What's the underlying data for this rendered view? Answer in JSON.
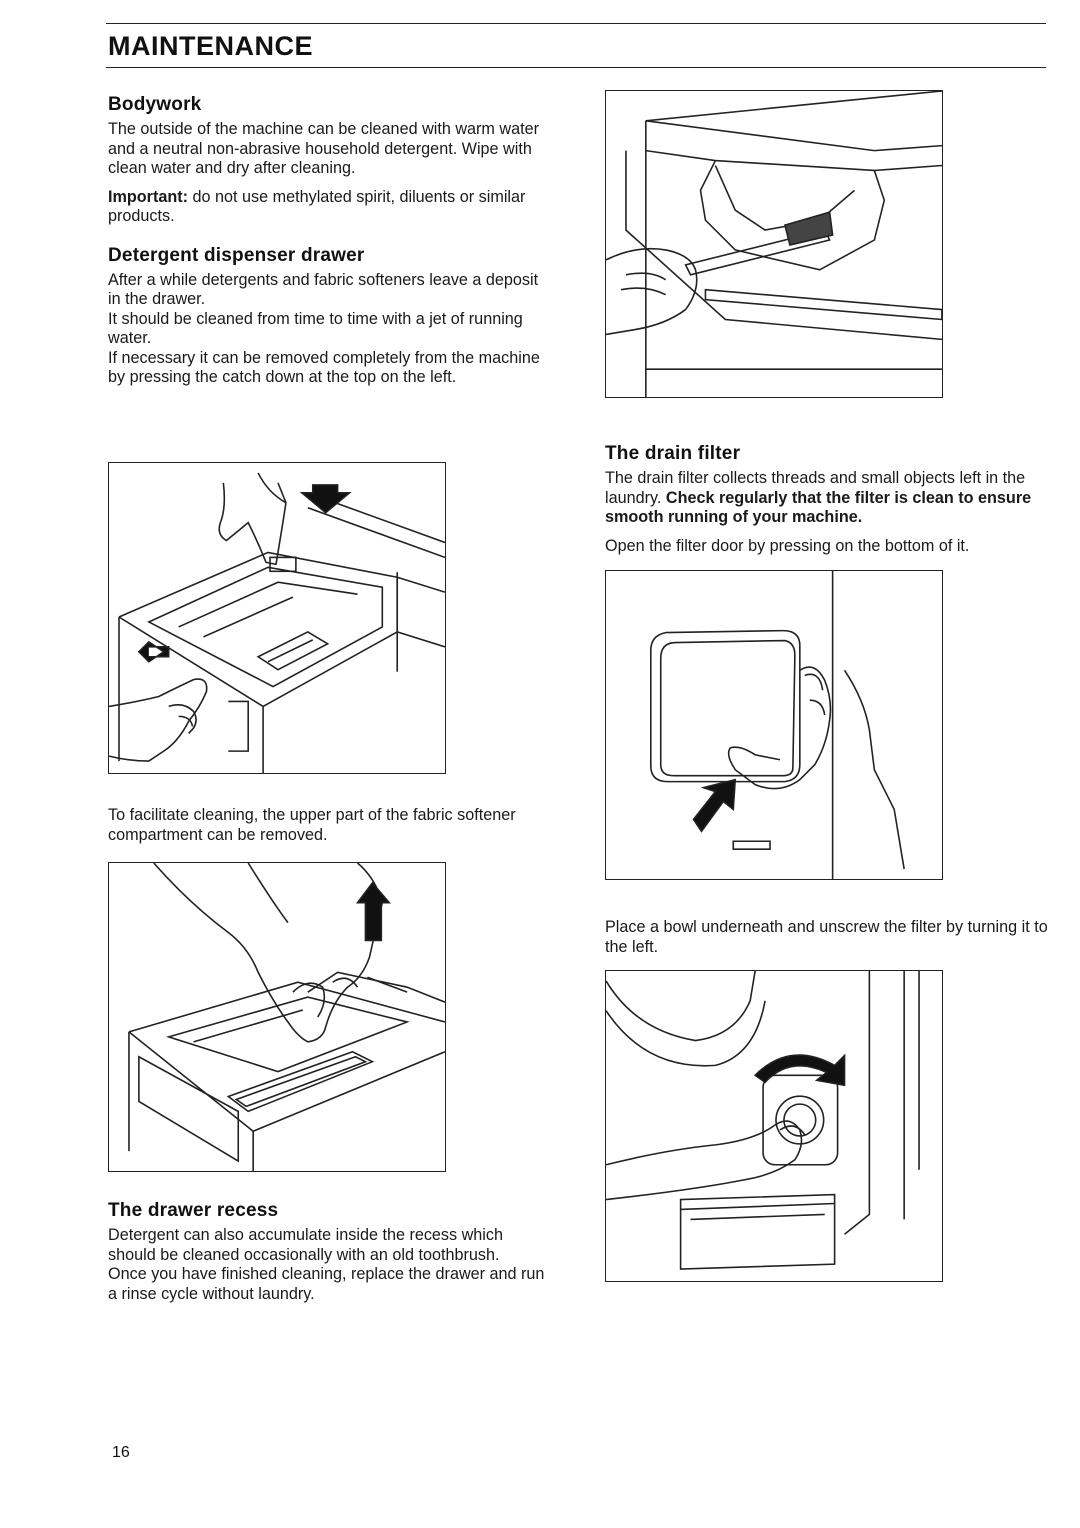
{
  "page": {
    "title": "MAINTENANCE",
    "page_number": "16"
  },
  "bodywork": {
    "heading": "Bodywork",
    "text": "The outside of the machine can be cleaned with warm water and a neutral non-abrasive household detergent. Wipe with clean water and dry after cleaning.",
    "important_label": "Important:",
    "important_text": " do not use methylated spirit, diluents or similar products."
  },
  "dispenser": {
    "heading": "Detergent dispenser drawer",
    "text1": "After a while detergents and fabric softeners leave a deposit in the drawer.",
    "text2": "It should be cleaned from time to time with a jet of running water.",
    "text3": "If necessary it can be removed completely from the machine by pressing the catch down at the top on the left.",
    "softener_text": "To facilitate cleaning, the upper part of the fabric softener compartment can be removed."
  },
  "recess": {
    "heading": "The drawer recess",
    "text1": "Detergent can also accumulate inside the recess which should be cleaned occasionally with an old toothbrush.",
    "text2": "Once you have finished cleaning, replace the drawer and run a rinse cycle without laundry."
  },
  "drain_filter": {
    "heading": "The drain filter",
    "text_plain": "The drain filter collects threads and small objects left in the laundry. ",
    "text_bold": "Check regularly that the filter is clean to ensure smooth running of your machine.",
    "door_text": "Open the filter door by pressing on the bottom of it.",
    "unscrew_text": "Place a bowl underneath and unscrew the filter by turning it to the left."
  }
}
